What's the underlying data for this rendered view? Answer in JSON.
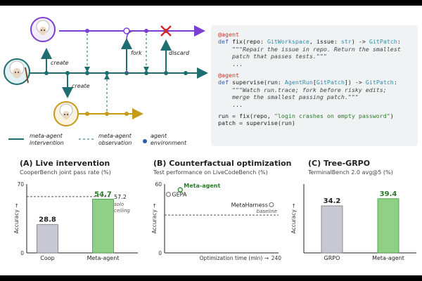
{
  "diagram": {
    "edge_labels": {
      "create_up": "create",
      "create_down": "create",
      "fork": "fork",
      "discard": "discard"
    },
    "legend": [
      {
        "label_l1": "meta-agent",
        "label_l2": "intervention"
      },
      {
        "label_l1": "meta-agent",
        "label_l2": "observation"
      },
      {
        "label_l1": "agent",
        "label_l2": "environment"
      }
    ],
    "colors": {
      "main": "#1e6e72",
      "purple": "#7b3fd1",
      "gold": "#c79a1a",
      "discard": "#d62828"
    }
  },
  "code": {
    "lines": [
      [
        {
          "t": "@agent",
          "c": "deco"
        }
      ],
      [
        {
          "t": "def ",
          "c": "kw"
        },
        {
          "t": "fix(repo: "
        },
        {
          "t": "GitWorkspace",
          "c": "cls"
        },
        {
          "t": ", issue: "
        },
        {
          "t": "str",
          "c": "cls"
        },
        {
          "t": ") -> "
        },
        {
          "t": "GitPatch",
          "c": "cls"
        },
        {
          "t": ":"
        }
      ],
      [
        {
          "t": "    \"\"\"Repair the issue in repo. Return the smallest",
          "c": "doc"
        }
      ],
      [
        {
          "t": "    patch that passes tests.\"\"\"",
          "c": "doc"
        }
      ],
      [
        {
          "t": "    ..."
        }
      ],
      [
        {
          "t": "",
          "c": "blank"
        }
      ],
      [
        {
          "t": "@agent",
          "c": "deco"
        }
      ],
      [
        {
          "t": "def ",
          "c": "kw"
        },
        {
          "t": "supervise(run: "
        },
        {
          "t": "AgentRun",
          "c": "cls"
        },
        {
          "t": "["
        },
        {
          "t": "GitPatch",
          "c": "cls"
        },
        {
          "t": "]) -> "
        },
        {
          "t": "GitPatch",
          "c": "cls"
        },
        {
          "t": ":"
        }
      ],
      [
        {
          "t": "    \"\"\"Watch run.trace; fork before risky edits;",
          "c": "doc"
        }
      ],
      [
        {
          "t": "    merge the smallest passing patch.\"\"\"",
          "c": "doc"
        }
      ],
      [
        {
          "t": "    ..."
        }
      ],
      [
        {
          "t": "",
          "c": "blank"
        }
      ],
      [
        {
          "t": "run = fix(repo, "
        },
        {
          "t": "\"login crashes on empty password\"",
          "c": "str"
        },
        {
          "t": ")"
        }
      ],
      [
        {
          "t": "patch = supervise(run)"
        }
      ]
    ]
  },
  "panels": {
    "a": {
      "title": "(A) Live intervention",
      "subtitle": "CooperBench joint pass rate (%)"
    },
    "b": {
      "title": "(B) Counterfactual optimization",
      "subtitle": "Test performance on LiveCodeBench (%)"
    },
    "c": {
      "title": "(C) Tree-GRPO",
      "subtitle": "TerminalBench 2.0 avg@5 (%)"
    }
  },
  "chart_data": [
    {
      "type": "bar",
      "title": "(A) Live intervention",
      "subtitle": "CooperBench joint pass rate (%)",
      "ylabel": "Accuracy →",
      "ylim": [
        0,
        70
      ],
      "yticks": [
        0,
        70
      ],
      "categories": [
        "Coop",
        "Meta-agent"
      ],
      "values": [
        28.8,
        54.7
      ],
      "value_labels": [
        "28.8",
        "54.7"
      ],
      "colors": [
        "#c8c8d2",
        "#8fcf86"
      ],
      "reference_line": {
        "value": 57.2,
        "label": "57.2",
        "note_l1": "solo",
        "note_l2": "ceiling"
      }
    },
    {
      "type": "scatter",
      "title": "(B) Counterfactual optimization",
      "subtitle": "Test performance on LiveCodeBench (%)",
      "ylabel": "Accuracy →",
      "xlabel": "Optimization time (min) →",
      "xlim": [
        0,
        240
      ],
      "ylim": [
        0,
        60
      ],
      "xticks_labels": [
        "240"
      ],
      "yticks": [
        0,
        60
      ],
      "points": [
        {
          "name": "GEPA",
          "x": 8,
          "y": 51
        },
        {
          "name": "Meta-agent",
          "x": 33,
          "y": 55
        },
        {
          "name": "MetaHarness",
          "x": 225,
          "y": 42
        }
      ],
      "baseline": {
        "value": 33,
        "label": "baseline"
      }
    },
    {
      "type": "bar",
      "title": "(C) Tree-GRPO",
      "subtitle": "TerminalBench 2.0 avg@5 (%)",
      "ylabel": "Accuracy →",
      "ylim": [
        0,
        50
      ],
      "categories": [
        "GRPO",
        "Meta-agent"
      ],
      "values": [
        34.2,
        39.4
      ],
      "value_labels": [
        "34.2",
        "39.4"
      ],
      "colors": [
        "#c8c8d2",
        "#8fcf86"
      ]
    }
  ]
}
